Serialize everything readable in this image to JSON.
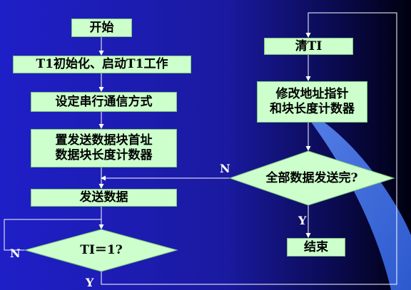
{
  "colors": {
    "background_dark": "#000000",
    "background_blue": "#1f1fc0",
    "swoosh_light": "#3d6fe0",
    "box_fill": "#ccffcc",
    "line_color": "#ffffff",
    "label_color": "#ffffff"
  },
  "left_column": {
    "start": "开始",
    "init_t1": "T1初始化、启动T1工作",
    "set_serial": "设定串行通信方式",
    "set_addr": "置发送数据块首址\n数据块长度计数器",
    "send_data": "发送数据",
    "ti_check": "TI＝1?"
  },
  "right_column": {
    "clear_ti": "清TI",
    "modify": "修改地址指针\n和块长度计数器",
    "all_sent": "全部数据发送完?",
    "end": "结束"
  },
  "labels": {
    "ti_no": "N",
    "ti_yes": "Y",
    "all_sent_no": "N",
    "all_sent_yes": "Y"
  }
}
